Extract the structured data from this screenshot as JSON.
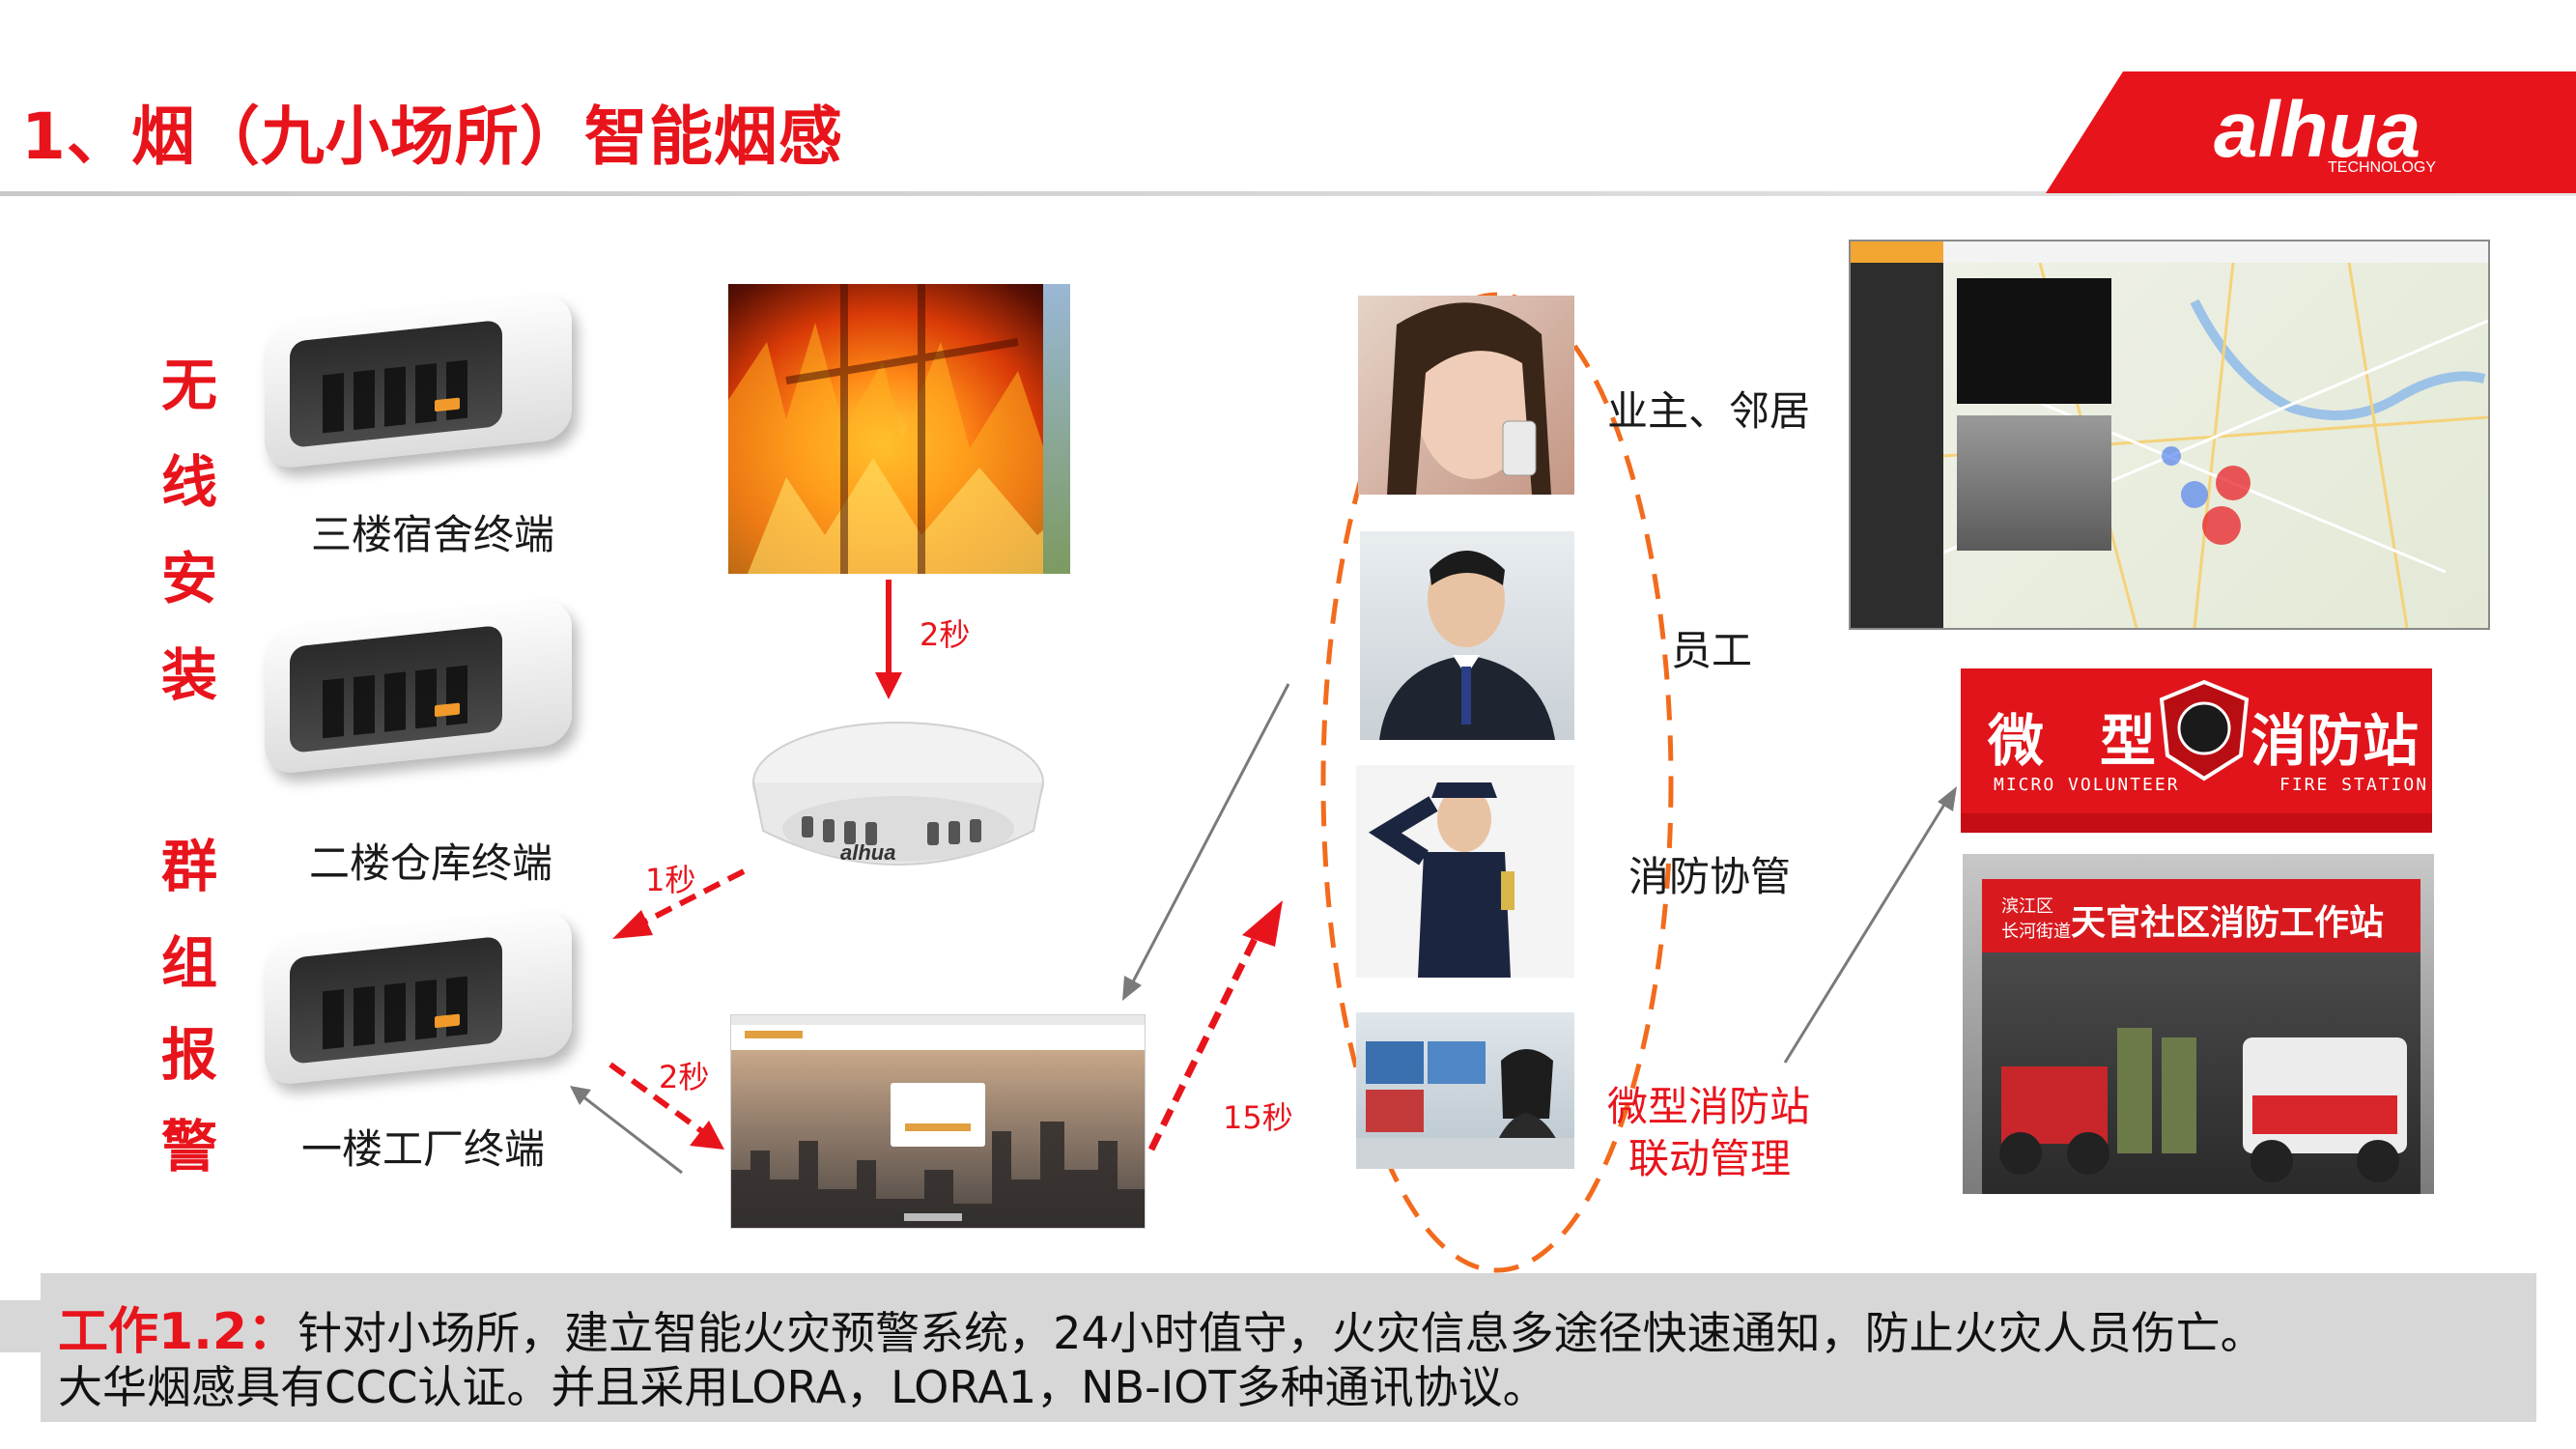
{
  "title": "1、烟（九小场所）智能烟感",
  "vertical_left": [
    "无",
    "线",
    "安",
    "装",
    "群",
    "组",
    "报",
    "警"
  ],
  "terminals": [
    {
      "label": "三楼宿舍终端"
    },
    {
      "label": "二楼仓库终端"
    },
    {
      "label": "一楼工厂终端"
    }
  ],
  "timings": {
    "fire_to_detector": "2秒",
    "detector_to_terminal": "1秒",
    "terminal_to_platform": "2秒",
    "platform_to_people": "15秒"
  },
  "people": [
    {
      "label": "业主、邻居"
    },
    {
      "label": "员工"
    },
    {
      "label": "消防协管"
    },
    {
      "label": "微型消防站",
      "label2": "联动管理"
    }
  ],
  "brand": {
    "logo": "alhua",
    "sub": "TECHNOLOGY"
  },
  "station_sign": {
    "line1_left": "微　型",
    "line1_right": "消防站",
    "line2_left": "MICRO VOLUNTEER",
    "line2_right": "FIRE STATION",
    "street_sign": "天官社区消防工作站",
    "street_small_a": "滨江区",
    "street_small_b": "长河街道"
  },
  "bottom": {
    "label": "工作1.2：",
    "line1": "针对小场所，建立智能火灾预警系统，24小时值守，火灾信息多途径快速通知，防止火灾人员伤亡。",
    "line2": "大华烟感具有CCC认证。并且采用LORA，LORA1，NB-IOT多种通讯协议。"
  },
  "colors": {
    "accent_red": "#e8141c",
    "bottom_bg": "#d7d7d7",
    "dashed_orange": "#f26b1d"
  }
}
